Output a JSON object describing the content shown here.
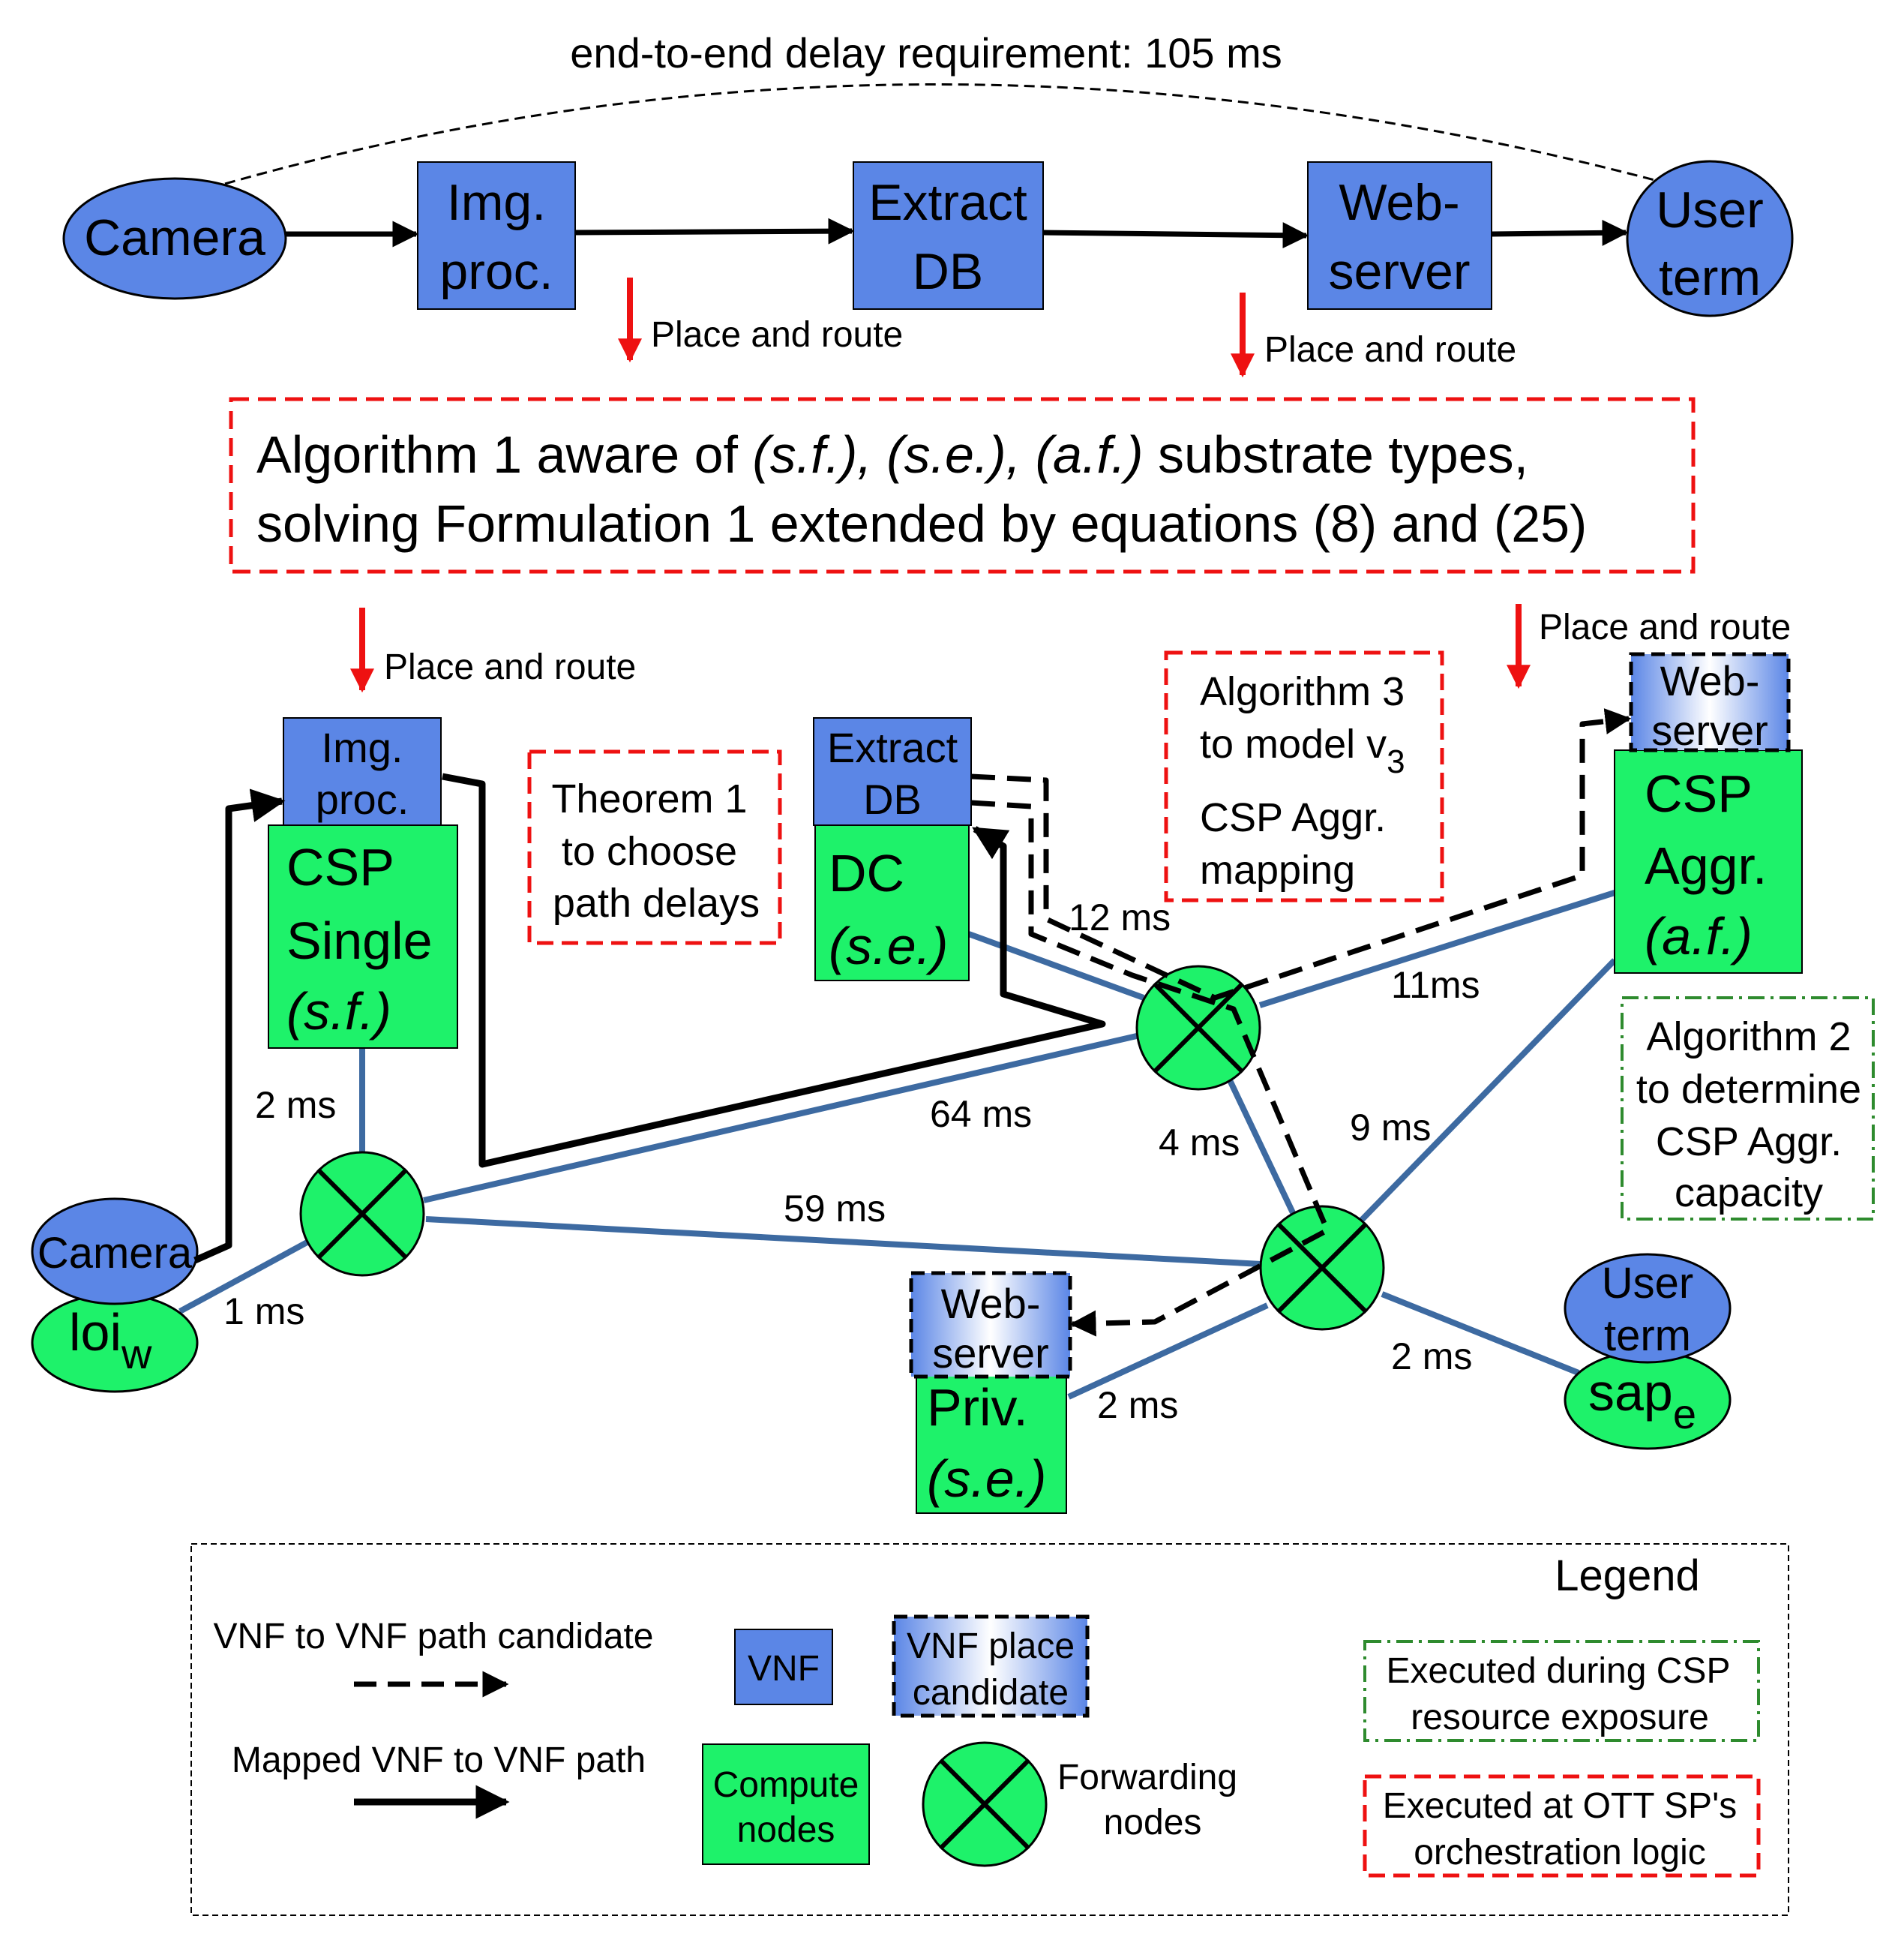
{
  "colors": {
    "vnf_fill": "#5b86e6",
    "compute_fill": "#1ef26a",
    "link": "#3d6aa1",
    "red": "#ee1111",
    "green_dash": "#2e8b2e",
    "black": "#000000"
  },
  "top": {
    "requirement": "end-to-end delay requirement: 105 ms",
    "camera": "Camera",
    "imgproc": [
      "Img.",
      "proc."
    ],
    "extractdb": [
      "Extract",
      "DB"
    ],
    "webserver": [
      "Web-",
      "server"
    ],
    "userterm": [
      "User",
      "term"
    ],
    "place_route_1": "Place and route",
    "place_route_2": "Place and route"
  },
  "algorithm1": {
    "line1_a": "Algorithm 1 aware of ",
    "line1_italic": "(s.f.), (s.e.), (a.f.)",
    "line1_b": " substrate types,",
    "line2": "solving Formulation 1 extended by equations (8) and (25)"
  },
  "mid": {
    "place_route_left": "Place and route",
    "place_route_right": "Place and route",
    "imgproc": [
      "Img.",
      "proc."
    ],
    "extractdb": [
      "Extract",
      "DB"
    ],
    "csp_single": [
      "CSP",
      "Single",
      "(s.f.)"
    ],
    "dc": [
      "DC",
      "(s.e.)"
    ],
    "csp_aggr": [
      "CSP",
      "Aggr.",
      "(a.f.)"
    ],
    "priv": [
      "Priv.",
      "(s.e.)"
    ],
    "webserver_top": [
      "Web-",
      "server"
    ],
    "webserver_priv": [
      "Web-",
      "server"
    ],
    "theorem": [
      "Theorem 1",
      "to choose",
      "path delays"
    ],
    "algorithm3": [
      "Algorithm 3",
      "to model v",
      "3",
      "CSP Aggr.",
      "mapping"
    ],
    "algorithm2": [
      "Algorithm 2",
      "to determine",
      "CSP Aggr.",
      "capacity"
    ],
    "camera": "Camera",
    "loi": "loi",
    "loi_sub": "w",
    "userterm": [
      "User",
      "term"
    ],
    "sap": "sap",
    "sap_sub": "e"
  },
  "delays": {
    "d_2ms_single": "2 ms",
    "d_1ms": "1 ms",
    "d_64ms": "64 ms",
    "d_59ms": "59 ms",
    "d_12ms": "12 ms",
    "d_11ms": "11ms",
    "d_4ms": "4 ms",
    "d_9ms": "9 ms",
    "d_2ms_user": "2 ms",
    "d_2ms_priv": "2 ms"
  },
  "legend": {
    "title": "Legend",
    "path_candidate": "VNF to VNF path candidate",
    "mapped_path": "Mapped VNF to VNF path",
    "vnf": "VNF",
    "vnf_place": [
      "VNF place",
      "candidate"
    ],
    "compute": [
      "Compute",
      "nodes"
    ],
    "forwarding": [
      "Forwarding",
      "nodes"
    ],
    "csp_exposure": [
      "Executed during CSP",
      "resource exposure"
    ],
    "ott": [
      "Executed at OTT SP's",
      "orchestration logic"
    ]
  }
}
